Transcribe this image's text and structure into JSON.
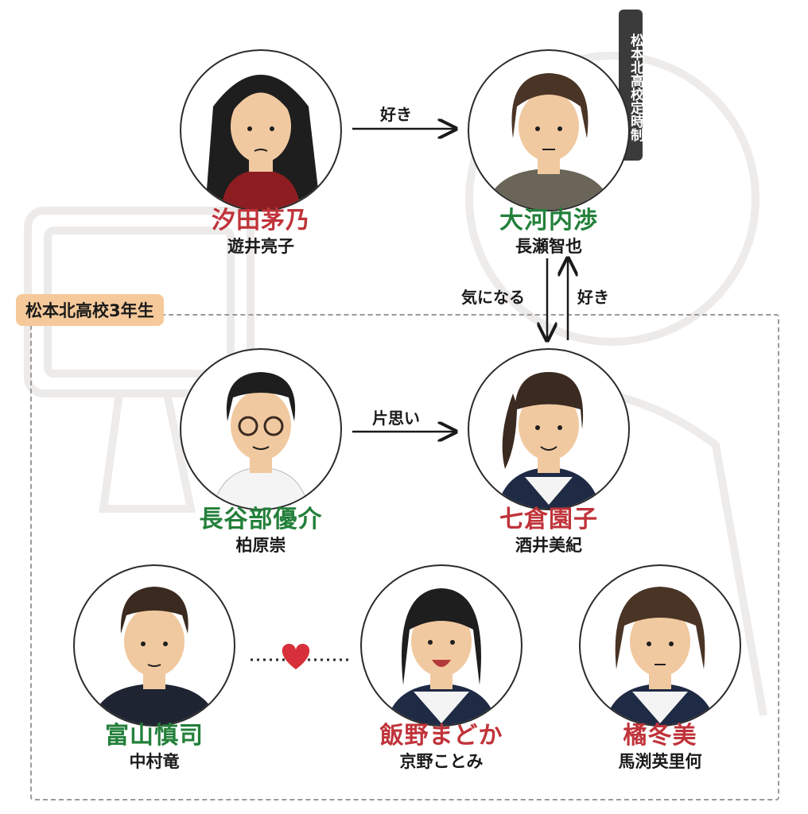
{
  "group": {
    "label": "松本北高校3年生"
  },
  "side_tag": "松本北高校定時制",
  "characters": {
    "shiota": {
      "name": "汐田茅乃",
      "actor": "遊井亮子"
    },
    "okochi": {
      "name": "大河内渉",
      "actor": "長瀬智也"
    },
    "hasebe": {
      "name": "長谷部優介",
      "actor": "柏原崇"
    },
    "nanakura": {
      "name": "七倉園子",
      "actor": "酒井美紀"
    },
    "tomiyama": {
      "name": "富山慎司",
      "actor": "中村竜"
    },
    "iino": {
      "name": "飯野まどか",
      "actor": "京野ことみ"
    },
    "tachibana": {
      "name": "橘冬美",
      "actor": "馬渕英里何"
    }
  },
  "relations": {
    "shiota_to_okochi": "好き",
    "okochi_to_nanakura": "気になる",
    "nanakura_to_okochi": "好き",
    "hasebe_to_nanakura": "片思い"
  },
  "colors": {
    "red_name": "#c0333a",
    "green_name": "#23803a",
    "group_tag": "#f5c99a",
    "heart": "#d7303a"
  }
}
